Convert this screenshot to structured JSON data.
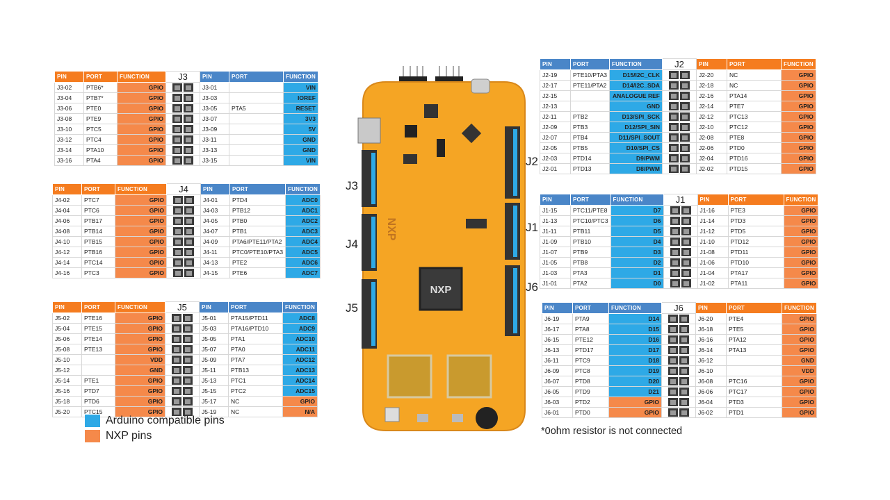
{
  "tables": [
    {
      "id": "j3",
      "name": "J3",
      "left": {
        "layout": "orange-left"
      },
      "headers": {
        "pin": "PIN",
        "port": "PORT",
        "function": "FUNCTION"
      },
      "rows": [
        {
          "lp": "J3-02",
          "lport": "PTB6*",
          "lfn": "GPIO",
          "rp": "J3-01",
          "rport": "",
          "rfn": "VIN"
        },
        {
          "lp": "J3-04",
          "lport": "PTB7*",
          "lfn": "GPIO",
          "rp": "J3-03",
          "rport": "",
          "rfn": "IOREF"
        },
        {
          "lp": "J3-06",
          "lport": "PTE0",
          "lfn": "GPIO",
          "rp": "J3-05",
          "rport": "PTA5",
          "rfn": "RESET"
        },
        {
          "lp": "J3-08",
          "lport": "PTE9",
          "lfn": "GPIO",
          "rp": "J3-07",
          "rport": "",
          "rfn": "3V3"
        },
        {
          "lp": "J3-10",
          "lport": "PTC5",
          "lfn": "GPIO",
          "rp": "J3-09",
          "rport": "",
          "rfn": "5V"
        },
        {
          "lp": "J3-12",
          "lport": "PTC4",
          "lfn": "GPIO",
          "rp": "J3-11",
          "rport": "",
          "rfn": "GND"
        },
        {
          "lp": "J3-14",
          "lport": "PTA10",
          "lfn": "GPIO",
          "rp": "J3-13",
          "rport": "",
          "rfn": "GND"
        },
        {
          "lp": "J3-16",
          "lport": "PTA4",
          "lfn": "GPIO",
          "rp": "J3-15",
          "rport": "",
          "rfn": "VIN"
        }
      ]
    },
    {
      "id": "j4",
      "name": "J4",
      "headers": {
        "pin": "PIN",
        "port": "PORT",
        "function": "FUNCTION"
      },
      "rows": [
        {
          "lp": "J4-02",
          "lport": "PTC7",
          "lfn": "GPIO",
          "rp": "J4-01",
          "rport": "PTD4",
          "rfn": "ADC0"
        },
        {
          "lp": "J4-04",
          "lport": "PTC6",
          "lfn": "GPIO",
          "rp": "J4-03",
          "rport": "PTB12",
          "rfn": "ADC1"
        },
        {
          "lp": "J4-06",
          "lport": "PTB17",
          "lfn": "GPIO",
          "rp": "J4-05",
          "rport": "PTB0",
          "rfn": "ADC2"
        },
        {
          "lp": "J4-08",
          "lport": "PTB14",
          "lfn": "GPIO",
          "rp": "J4-07",
          "rport": "PTB1",
          "rfn": "ADC3"
        },
        {
          "lp": "J4-10",
          "lport": "PTB15",
          "lfn": "GPIO",
          "rp": "J4-09",
          "rport": "PTA6/PTE11/PTA2",
          "rfn": "ADC4"
        },
        {
          "lp": "J4-12",
          "lport": "PTB16",
          "lfn": "GPIO",
          "rp": "J4-11",
          "rport": "PTC0/PTE10/PTA3",
          "rfn": "ADC5"
        },
        {
          "lp": "J4-14",
          "lport": "PTC14",
          "lfn": "GPIO",
          "rp": "J4-13",
          "rport": "PTE2",
          "rfn": "ADC6"
        },
        {
          "lp": "J4-16",
          "lport": "PTC3",
          "lfn": "GPIO",
          "rp": "J4-15",
          "rport": "PTE6",
          "rfn": "ADC7"
        }
      ]
    },
    {
      "id": "j5",
      "name": "J5",
      "headers": {
        "pin": "PIN",
        "port": "PORT",
        "function": "FUNCTION"
      },
      "rows": [
        {
          "lp": "J5-02",
          "lport": "PTE16",
          "lfn": "GPIO",
          "lfc": "o",
          "rp": "J5-01",
          "rport": "PTA15/PTD11",
          "rfn": "ADC8",
          "rfc": "b"
        },
        {
          "lp": "J5-04",
          "lport": "PTE15",
          "lfn": "GPIO",
          "lfc": "o",
          "rp": "J5-03",
          "rport": "PTA16/PTD10",
          "rfn": "ADC9",
          "rfc": "b"
        },
        {
          "lp": "J5-06",
          "lport": "PTE14",
          "lfn": "GPIO",
          "lfc": "o",
          "rp": "J5-05",
          "rport": "PTA1",
          "rfn": "ADC10",
          "rfc": "b"
        },
        {
          "lp": "J5-08",
          "lport": "PTE13",
          "lfn": "GPIO",
          "lfc": "o",
          "rp": "J5-07",
          "rport": "PTA0",
          "rfn": "ADC11",
          "rfc": "b"
        },
        {
          "lp": "J5-10",
          "lport": "",
          "lfn": "VDD",
          "lfc": "o",
          "rp": "J5-09",
          "rport": "PTA7",
          "rfn": "ADC12",
          "rfc": "b"
        },
        {
          "lp": "J5-12",
          "lport": "",
          "lfn": "GND",
          "lfc": "o",
          "rp": "J5-11",
          "rport": "PTB13",
          "rfn": "ADC13",
          "rfc": "b"
        },
        {
          "lp": "J5-14",
          "lport": "PTE1",
          "lfn": "GPIO",
          "lfc": "o",
          "rp": "J5-13",
          "rport": "PTC1",
          "rfn": "ADC14",
          "rfc": "b"
        },
        {
          "lp": "J5-16",
          "lport": "PTD7",
          "lfn": "GPIO",
          "lfc": "o",
          "rp": "J5-15",
          "rport": "PTC2",
          "rfn": "ADC15",
          "rfc": "b"
        },
        {
          "lp": "J5-18",
          "lport": "PTD6",
          "lfn": "GPIO",
          "lfc": "o",
          "rp": "J5-17",
          "rport": "NC",
          "rfn": "GPIO",
          "rfc": "o"
        },
        {
          "lp": "J5-20",
          "lport": "PTC15",
          "lfn": "GPIO",
          "lfc": "o",
          "rp": "J5-19",
          "rport": "NC",
          "rfn": "N/A",
          "rfc": "o"
        }
      ]
    },
    {
      "id": "j2",
      "name": "J2",
      "headers": {
        "pin": "PIN",
        "port": "PORT",
        "function": "FUNCTION"
      },
      "rows": [
        {
          "lp": "J2-19",
          "lport": "PTE10/PTA3",
          "lfn": "D15/I2C_CLK",
          "rp": "J2-20",
          "rport": "NC",
          "rfn": "GPIO"
        },
        {
          "lp": "J2-17",
          "lport": "PTE11/PTA2",
          "lfn": "D14/I2C_SDA",
          "rp": "J2-18",
          "rport": "NC",
          "rfn": "GPIO"
        },
        {
          "lp": "J2-15",
          "lport": "",
          "lfn": "ANALOGUE REF",
          "rp": "J2-16",
          "rport": "PTA14",
          "rfn": "GPIO"
        },
        {
          "lp": "J2-13",
          "lport": "",
          "lfn": "GND",
          "rp": "J2-14",
          "rport": "PTE7",
          "rfn": "GPIO"
        },
        {
          "lp": "J2-11",
          "lport": "PTB2",
          "lfn": "D13/SPI_SCK",
          "rp": "J2-12",
          "rport": "PTC13",
          "rfn": "GPIO"
        },
        {
          "lp": "J2-09",
          "lport": "PTB3",
          "lfn": "D12/SPI_SIN",
          "rp": "J2-10",
          "rport": "PTC12",
          "rfn": "GPIO"
        },
        {
          "lp": "J2-07",
          "lport": "PTB4",
          "lfn": "D11/SPI_SOUT",
          "rp": "J2-08",
          "rport": "PTE8",
          "rfn": "GPIO"
        },
        {
          "lp": "J2-05",
          "lport": "PTB5",
          "lfn": "D10/SPI_CS",
          "rp": "J2-06",
          "rport": "PTD0",
          "rfn": "GPIO"
        },
        {
          "lp": "J2-03",
          "lport": "PTD14",
          "lfn": "D9/PWM",
          "rp": "J2-04",
          "rport": "PTD16",
          "rfn": "GPIO"
        },
        {
          "lp": "J2-01",
          "lport": "PTD13",
          "lfn": "D8/PWM",
          "rp": "J2-02",
          "rport": "PTD15",
          "rfn": "GPIO"
        }
      ]
    },
    {
      "id": "j1",
      "name": "J1",
      "headers": {
        "pin": "PIN",
        "port": "PORT",
        "function": "FUNCTION"
      },
      "rows": [
        {
          "lp": "J1-15",
          "lport": "PTC11/PTE8",
          "lfn": "D7",
          "rp": "J1-16",
          "rport": "PTE3",
          "rfn": "GPIO"
        },
        {
          "lp": "J1-13",
          "lport": "PTC10/PTC3",
          "lfn": "D6",
          "rp": "J1-14",
          "rport": "PTD3",
          "rfn": "GPIO"
        },
        {
          "lp": "J1-11",
          "lport": "PTB11",
          "lfn": "D5",
          "rp": "J1-12",
          "rport": "PTD5",
          "rfn": "GPIO"
        },
        {
          "lp": "J1-09",
          "lport": "PTB10",
          "lfn": "D4",
          "rp": "J1-10",
          "rport": "PTD12",
          "rfn": "GPIO"
        },
        {
          "lp": "J1-07",
          "lport": "PTB9",
          "lfn": "D3",
          "rp": "J1-08",
          "rport": "PTD11",
          "rfn": "GPIO"
        },
        {
          "lp": "J1-05",
          "lport": "PTB8",
          "lfn": "D2",
          "rp": "J1-06",
          "rport": "PTD10",
          "rfn": "GPIO"
        },
        {
          "lp": "J1-03",
          "lport": "PTA3",
          "lfn": "D1",
          "rp": "J1-04",
          "rport": "PTA17",
          "rfn": "GPIO"
        },
        {
          "lp": "J1-01",
          "lport": "PTA2",
          "lfn": "D0",
          "rp": "J1-02",
          "rport": "PTA11",
          "rfn": "GPIO"
        }
      ]
    },
    {
      "id": "j6",
      "name": "J6",
      "headers": {
        "pin": "PIN",
        "port": "PORT",
        "function": "FUNCTION"
      },
      "rows": [
        {
          "lp": "J6-19",
          "lport": "PTA9",
          "lfn": "D14",
          "lfc": "b",
          "rp": "J6-20",
          "rport": "PTE4",
          "rfn": "GPIO"
        },
        {
          "lp": "J6-17",
          "lport": "PTA8",
          "lfn": "D15",
          "lfc": "b",
          "rp": "J6-18",
          "rport": "PTE5",
          "rfn": "GPIO"
        },
        {
          "lp": "J6-15",
          "lport": "PTE12",
          "lfn": "D16",
          "lfc": "b",
          "rp": "J6-16",
          "rport": "PTA12",
          "rfn": "GPIO"
        },
        {
          "lp": "J6-13",
          "lport": "PTD17",
          "lfn": "D17",
          "lfc": "b",
          "rp": "J6-14",
          "rport": "PTA13",
          "rfn": "GPIO"
        },
        {
          "lp": "J6-11",
          "lport": "PTC9",
          "lfn": "D18",
          "lfc": "b",
          "rp": "J6-12",
          "rport": "",
          "rfn": "GND"
        },
        {
          "lp": "J6-09",
          "lport": "PTC8",
          "lfn": "D19",
          "lfc": "b",
          "rp": "J6-10",
          "rport": "",
          "rfn": "VDD"
        },
        {
          "lp": "J6-07",
          "lport": "PTD8",
          "lfn": "D20",
          "lfc": "b",
          "rp": "J6-08",
          "rport": "PTC16",
          "rfn": "GPIO"
        },
        {
          "lp": "J6-05",
          "lport": "PTD9",
          "lfn": "D21",
          "lfc": "b",
          "rp": "J6-06",
          "rport": "PTC17",
          "rfn": "GPIO"
        },
        {
          "lp": "J6-03",
          "lport": "PTD2",
          "lfn": "GPIO",
          "lfc": "o",
          "rp": "J6-04",
          "rport": "PTD3",
          "rfn": "GPIO"
        },
        {
          "lp": "J6-01",
          "lport": "PTD0",
          "lfn": "GPIO",
          "lfc": "o",
          "rp": "J6-02",
          "rport": "PTD1",
          "rfn": "GPIO"
        }
      ]
    }
  ],
  "board_labels": {
    "j3": "J3",
    "j4": "J4",
    "j5": "J5",
    "j2": "J2",
    "j1": "J1",
    "j6": "J6",
    "logo": "NXP",
    "logo_side": "NXP"
  },
  "legend": {
    "arduino": "Arduino compatible pins",
    "nxp": "NXP pins"
  },
  "note": "*0ohm resistor is not connected",
  "colors": {
    "orange": "#f5894a",
    "blue": "#2ea9e6",
    "board": "#f5a524"
  }
}
